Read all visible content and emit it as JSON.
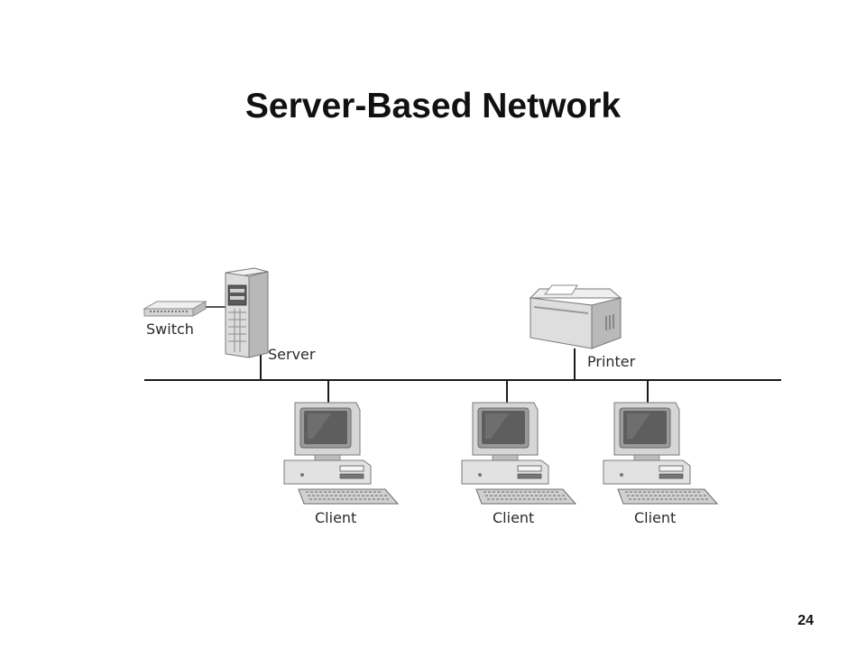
{
  "slide": {
    "title": "Server-Based Network",
    "page_number": "24"
  },
  "diagram": {
    "nodes": {
      "switch": {
        "label": "Switch",
        "icon": "network-switch-icon"
      },
      "server": {
        "label": "Server",
        "icon": "server-tower-icon"
      },
      "printer": {
        "label": "Printer",
        "icon": "printer-icon"
      },
      "clients": [
        {
          "label": "Client",
          "icon": "desktop-computer-icon"
        },
        {
          "label": "Client",
          "icon": "desktop-computer-icon"
        },
        {
          "label": "Client",
          "icon": "desktop-computer-icon"
        }
      ]
    },
    "colors": {
      "line": "#1a1a1a",
      "device_light": "#e6e6e6",
      "device_mid": "#c4c4c4",
      "device_dark": "#555555"
    }
  }
}
